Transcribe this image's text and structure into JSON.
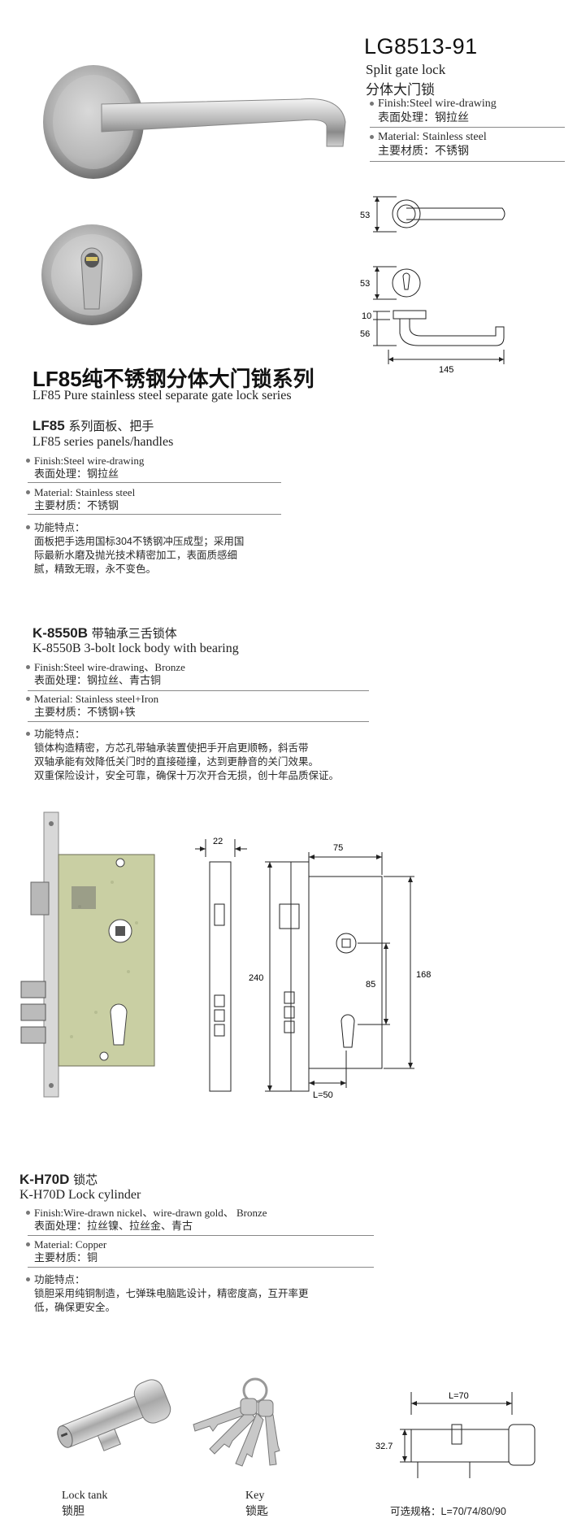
{
  "header": {
    "model": "LG8513-91",
    "name_en": "Split gate lock",
    "name_cn": "分体大门锁",
    "finish_en": "Finish:Steel wire-drawing",
    "finish_cn": "表面处理：钢拉丝",
    "material_en": "Material: Stainless steel",
    "material_cn": "主要材质：不锈钢"
  },
  "handle_dims": {
    "rose_h": "53",
    "escut_h": "53",
    "offset": "10",
    "depth": "56",
    "length": "145"
  },
  "series": {
    "title_cn": "LF85纯不锈钢分体大门锁系列",
    "title_en": "LF85 Pure stainless steel separate gate lock series"
  },
  "panels": {
    "title_code": "LF85",
    "title_cn": "系列面板、把手",
    "title_en": "LF85 series panels/handles",
    "finish_en": "Finish:Steel wire-drawing",
    "finish_cn": "表面处理：钢拉丝",
    "material_en": "Material: Stainless steel",
    "material_cn": "主要材质：不锈钢",
    "feature_label": "功能特点：",
    "feature_line1": "面板把手选用国标304不锈钢冲压成型；采用国",
    "feature_line2": "际最新水磨及抛光技术精密加工，表面质感细",
    "feature_line3": "腻，精致无瑕，永不变色。"
  },
  "lockbody": {
    "title_code": "K-8550B",
    "title_cn": "带轴承三舌锁体",
    "title_en": "K-8550B 3-bolt lock body with bearing",
    "finish_en": "Finish:Steel wire-drawing、Bronze",
    "finish_cn": "表面处理：钢拉丝、青古铜",
    "material_en": "Material:  Stainless steel+Iron",
    "material_cn": "主要材质：不锈钢+铁",
    "feature_label": "功能特点：",
    "feature_line1": "锁体构造精密，方芯孔带轴承装置使把手开启更顺畅，斜舌带",
    "feature_line2": "双轴承能有效降低关门时的直接碰撞，达到更静音的关门效果。",
    "feature_line3": "双重保险设计，安全可靠，确保十万次开合无损，创十年品质保证。",
    "dims": {
      "faceplate_w": "22",
      "backset_w": "75",
      "faceplate_h": "240",
      "body_h": "168",
      "center": "85",
      "backset": "L=50"
    }
  },
  "cylinder": {
    "title_code": "K-H70D",
    "title_cn": "锁芯",
    "title_en": "K-H70D Lock cylinder",
    "finish_en": "Finish:Wire-drawn nickel、wire-drawn gold、 Bronze",
    "finish_cn": "表面处理：拉丝镍、拉丝金、青古",
    "material_en": "Material:  Copper",
    "material_cn": "主要材质：铜",
    "feature_label": "功能特点：",
    "feature_line1": "锁胆采用纯铜制造，七弹珠电脑匙设计，精密度高，互开率更",
    "feature_line2": "低，确保更安全。",
    "cap_lock_en": "Lock tank",
    "cap_lock_cn": "锁胆",
    "cap_key_en": "Key",
    "cap_key_cn": "锁匙",
    "dim_len": "L=70",
    "dim_h": "32.7",
    "sizes": "可选规格：L=70/74/80/90"
  }
}
